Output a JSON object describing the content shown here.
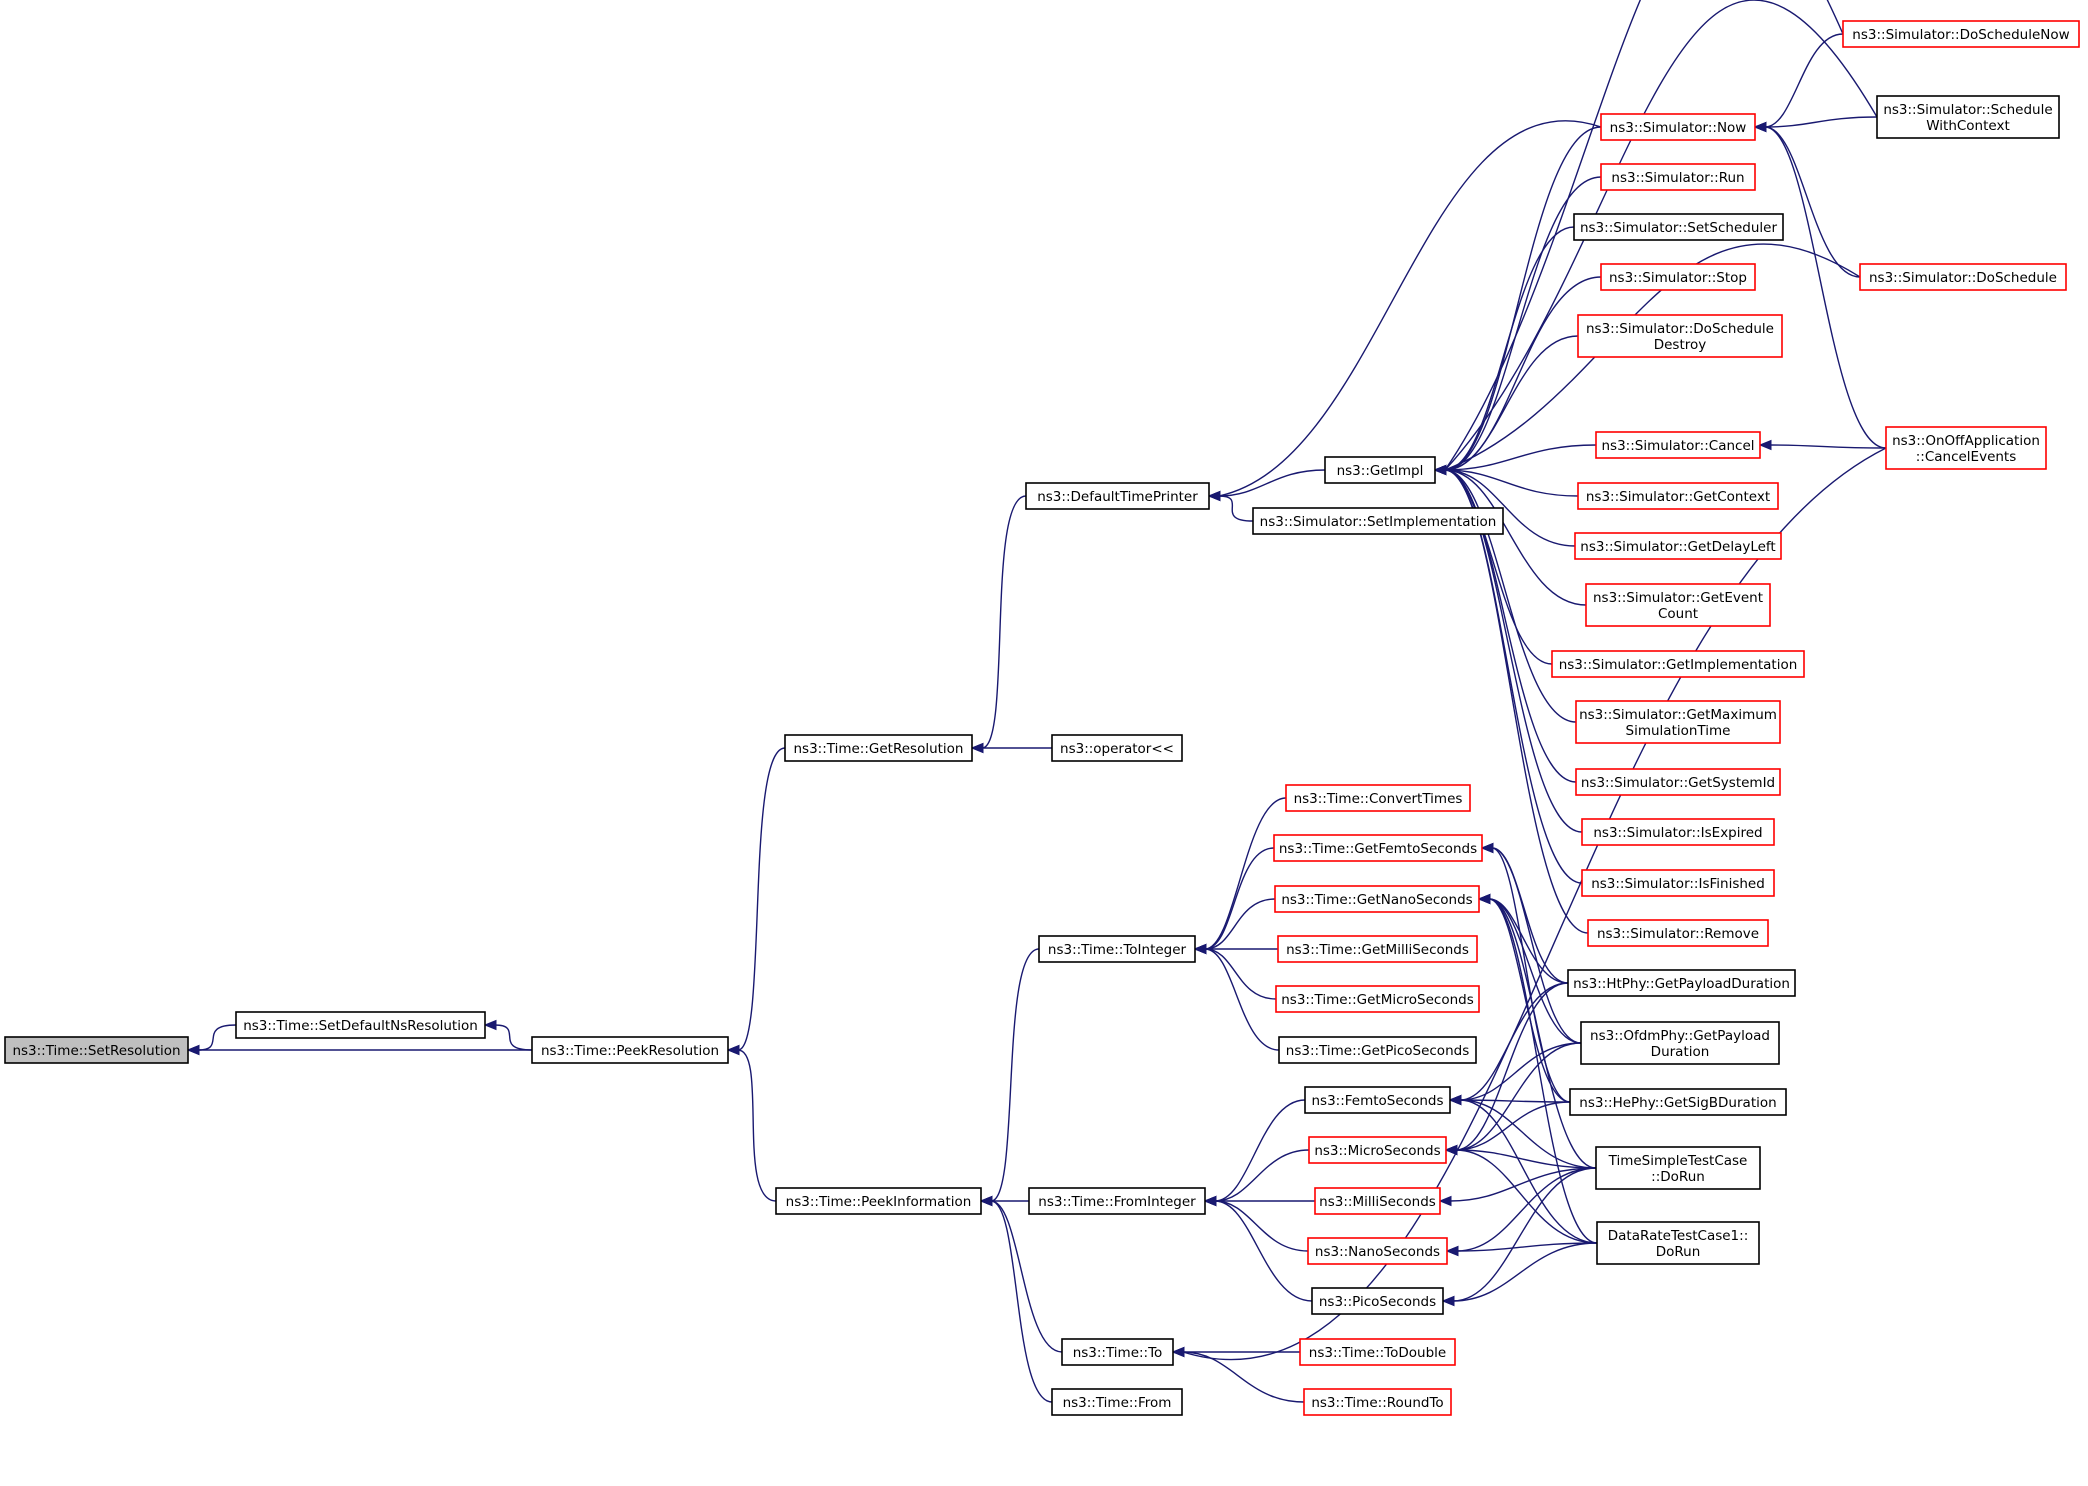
{
  "colors": {
    "edge": "#191970",
    "focus_fill": "#bfbfbf",
    "border_normal": "#000000",
    "border_truncated": "#ff0000"
  },
  "nodes": [
    {
      "id": "n_setres",
      "lines": [
        "ns3::Time::SetResolution"
      ],
      "style": "focus"
    },
    {
      "id": "n_setdef",
      "lines": [
        "ns3::Time::SetDefaultNsResolution"
      ],
      "style": "normal"
    },
    {
      "id": "n_peekres",
      "lines": [
        "ns3::Time::PeekResolution"
      ],
      "style": "normal"
    },
    {
      "id": "n_getres",
      "lines": [
        "ns3::Time::GetResolution"
      ],
      "style": "normal"
    },
    {
      "id": "n_peekinfo",
      "lines": [
        "ns3::Time::PeekInformation"
      ],
      "style": "normal"
    },
    {
      "id": "n_deftp",
      "lines": [
        "ns3::DefaultTimePrinter"
      ],
      "style": "normal"
    },
    {
      "id": "n_opshift",
      "lines": [
        "ns3::operator<<"
      ],
      "style": "normal"
    },
    {
      "id": "n_toint",
      "lines": [
        "ns3::Time::ToInteger"
      ],
      "style": "normal"
    },
    {
      "id": "n_fromint",
      "lines": [
        "ns3::Time::FromInteger"
      ],
      "style": "normal"
    },
    {
      "id": "n_to",
      "lines": [
        "ns3::Time::To"
      ],
      "style": "normal"
    },
    {
      "id": "n_from",
      "lines": [
        "ns3::Time::From"
      ],
      "style": "normal"
    },
    {
      "id": "n_getimpl",
      "lines": [
        "ns3::GetImpl"
      ],
      "style": "normal"
    },
    {
      "id": "n_setimpl",
      "lines": [
        "ns3::Simulator::SetImplementation"
      ],
      "style": "normal"
    },
    {
      "id": "n_convtimes",
      "lines": [
        "ns3::Time::ConvertTimes"
      ],
      "style": "truncated"
    },
    {
      "id": "n_getfemto",
      "lines": [
        "ns3::Time::GetFemtoSeconds"
      ],
      "style": "truncated"
    },
    {
      "id": "n_getnano",
      "lines": [
        "ns3::Time::GetNanoSeconds"
      ],
      "style": "truncated"
    },
    {
      "id": "n_getmilli",
      "lines": [
        "ns3::Time::GetMilliSeconds"
      ],
      "style": "truncated"
    },
    {
      "id": "n_getmicro",
      "lines": [
        "ns3::Time::GetMicroSeconds"
      ],
      "style": "truncated"
    },
    {
      "id": "n_getpico",
      "lines": [
        "ns3::Time::GetPicoSeconds"
      ],
      "style": "normal"
    },
    {
      "id": "n_femto",
      "lines": [
        "ns3::FemtoSeconds"
      ],
      "style": "normal"
    },
    {
      "id": "n_micro",
      "lines": [
        "ns3::MicroSeconds"
      ],
      "style": "truncated"
    },
    {
      "id": "n_milli",
      "lines": [
        "ns3::MilliSeconds"
      ],
      "style": "truncated"
    },
    {
      "id": "n_nano",
      "lines": [
        "ns3::NanoSeconds"
      ],
      "style": "truncated"
    },
    {
      "id": "n_pico",
      "lines": [
        "ns3::PicoSeconds"
      ],
      "style": "normal"
    },
    {
      "id": "n_todouble",
      "lines": [
        "ns3::Time::ToDouble"
      ],
      "style": "truncated"
    },
    {
      "id": "n_roundto",
      "lines": [
        "ns3::Time::RoundTo"
      ],
      "style": "truncated"
    },
    {
      "id": "n_simnow",
      "lines": [
        "ns3::Simulator::Now"
      ],
      "style": "truncated"
    },
    {
      "id": "n_simrun",
      "lines": [
        "ns3::Simulator::Run"
      ],
      "style": "truncated"
    },
    {
      "id": "n_setsched",
      "lines": [
        "ns3::Simulator::SetScheduler"
      ],
      "style": "normal"
    },
    {
      "id": "n_stop",
      "lines": [
        "ns3::Simulator::Stop"
      ],
      "style": "truncated"
    },
    {
      "id": "n_dosd",
      "lines": [
        "ns3::Simulator::DoSchedule",
        "Destroy"
      ],
      "style": "truncated"
    },
    {
      "id": "n_cancel",
      "lines": [
        "ns3::Simulator::Cancel"
      ],
      "style": "truncated"
    },
    {
      "id": "n_getctx",
      "lines": [
        "ns3::Simulator::GetContext"
      ],
      "style": "truncated"
    },
    {
      "id": "n_getdelay",
      "lines": [
        "ns3::Simulator::GetDelayLeft"
      ],
      "style": "truncated"
    },
    {
      "id": "n_getevent",
      "lines": [
        "ns3::Simulator::GetEvent",
        "Count"
      ],
      "style": "truncated"
    },
    {
      "id": "n_getimpl2",
      "lines": [
        "ns3::Simulator::GetImplementation"
      ],
      "style": "truncated"
    },
    {
      "id": "n_getmax",
      "lines": [
        "ns3::Simulator::GetMaximum",
        "SimulationTime"
      ],
      "style": "truncated"
    },
    {
      "id": "n_getsys",
      "lines": [
        "ns3::Simulator::GetSystemId"
      ],
      "style": "truncated"
    },
    {
      "id": "n_isexp",
      "lines": [
        "ns3::Simulator::IsExpired"
      ],
      "style": "truncated"
    },
    {
      "id": "n_isfin",
      "lines": [
        "ns3::Simulator::IsFinished"
      ],
      "style": "truncated"
    },
    {
      "id": "n_remove",
      "lines": [
        "ns3::Simulator::Remove"
      ],
      "style": "truncated"
    },
    {
      "id": "n_htphy",
      "lines": [
        "ns3::HtPhy::GetPayloadDuration"
      ],
      "style": "normal"
    },
    {
      "id": "n_ofdm",
      "lines": [
        "ns3::OfdmPhy::GetPayload",
        "Duration"
      ],
      "style": "normal"
    },
    {
      "id": "n_hephy",
      "lines": [
        "ns3::HePhy::GetSigBDuration"
      ],
      "style": "normal"
    },
    {
      "id": "n_tstc",
      "lines": [
        "TimeSimpleTestCase",
        "::DoRun"
      ],
      "style": "normal"
    },
    {
      "id": "n_drtc",
      "lines": [
        "DataRateTestCase1::",
        "DoRun"
      ],
      "style": "normal"
    },
    {
      "id": "n_dosnow",
      "lines": [
        "ns3::Simulator::DoScheduleNow"
      ],
      "style": "truncated"
    },
    {
      "id": "n_schedctx",
      "lines": [
        "ns3::Simulator::Schedule",
        "WithContext"
      ],
      "style": "normal"
    },
    {
      "id": "n_dosched",
      "lines": [
        "ns3::Simulator::DoSchedule"
      ],
      "style": "truncated"
    },
    {
      "id": "n_onoff",
      "lines": [
        "ns3::OnOffApplication",
        "::CancelEvents"
      ],
      "style": "truncated"
    }
  ],
  "edges": [
    [
      "n_setres",
      "n_setdef"
    ],
    [
      "n_setres",
      "n_peekres"
    ],
    [
      "n_setdef",
      "n_peekres"
    ],
    [
      "n_peekres",
      "n_getres"
    ],
    [
      "n_peekres",
      "n_peekinfo"
    ],
    [
      "n_getres",
      "n_deftp"
    ],
    [
      "n_getres",
      "n_opshift"
    ],
    [
      "n_peekinfo",
      "n_toint"
    ],
    [
      "n_peekinfo",
      "n_fromint"
    ],
    [
      "n_peekinfo",
      "n_to"
    ],
    [
      "n_peekinfo",
      "n_from"
    ],
    [
      "n_deftp",
      "n_getimpl"
    ],
    [
      "n_deftp",
      "n_setimpl"
    ],
    [
      "n_deftp",
      "n_simnow"
    ],
    [
      "n_toint",
      "n_convtimes"
    ],
    [
      "n_toint",
      "n_getfemto"
    ],
    [
      "n_toint",
      "n_getnano"
    ],
    [
      "n_toint",
      "n_getmilli"
    ],
    [
      "n_toint",
      "n_getmicro"
    ],
    [
      "n_toint",
      "n_getpico"
    ],
    [
      "n_fromint",
      "n_femto"
    ],
    [
      "n_fromint",
      "n_micro"
    ],
    [
      "n_fromint",
      "n_milli"
    ],
    [
      "n_fromint",
      "n_nano"
    ],
    [
      "n_fromint",
      "n_pico"
    ],
    [
      "n_to",
      "n_todouble"
    ],
    [
      "n_to",
      "n_roundto"
    ],
    [
      "n_to",
      "n_onoff"
    ],
    [
      "n_getimpl",
      "n_simnow"
    ],
    [
      "n_getimpl",
      "n_simrun"
    ],
    [
      "n_getimpl",
      "n_setsched"
    ],
    [
      "n_getimpl",
      "n_stop"
    ],
    [
      "n_getimpl",
      "n_dosd"
    ],
    [
      "n_getimpl",
      "n_cancel"
    ],
    [
      "n_getimpl",
      "n_getctx"
    ],
    [
      "n_getimpl",
      "n_getdelay"
    ],
    [
      "n_getimpl",
      "n_getevent"
    ],
    [
      "n_getimpl",
      "n_getimpl2"
    ],
    [
      "n_getimpl",
      "n_getmax"
    ],
    [
      "n_getimpl",
      "n_getsys"
    ],
    [
      "n_getimpl",
      "n_isexp"
    ],
    [
      "n_getimpl",
      "n_isfin"
    ],
    [
      "n_getimpl",
      "n_remove"
    ],
    [
      "n_getimpl",
      "n_dosnow"
    ],
    [
      "n_getimpl",
      "n_schedctx"
    ],
    [
      "n_getimpl",
      "n_dosched"
    ],
    [
      "n_simnow",
      "n_dosnow"
    ],
    [
      "n_simnow",
      "n_schedctx"
    ],
    [
      "n_simnow",
      "n_dosched"
    ],
    [
      "n_simnow",
      "n_onoff"
    ],
    [
      "n_cancel",
      "n_onoff"
    ],
    [
      "n_getfemto",
      "n_htphy"
    ],
    [
      "n_getfemto",
      "n_ofdm"
    ],
    [
      "n_getfemto",
      "n_hephy"
    ],
    [
      "n_getnano",
      "n_htphy"
    ],
    [
      "n_getnano",
      "n_ofdm"
    ],
    [
      "n_getnano",
      "n_hephy"
    ],
    [
      "n_getnano",
      "n_tstc"
    ],
    [
      "n_getnano",
      "n_drtc"
    ],
    [
      "n_femto",
      "n_htphy"
    ],
    [
      "n_femto",
      "n_ofdm"
    ],
    [
      "n_femto",
      "n_hephy"
    ],
    [
      "n_femto",
      "n_tstc"
    ],
    [
      "n_femto",
      "n_drtc"
    ],
    [
      "n_micro",
      "n_htphy"
    ],
    [
      "n_micro",
      "n_ofdm"
    ],
    [
      "n_micro",
      "n_hephy"
    ],
    [
      "n_micro",
      "n_tstc"
    ],
    [
      "n_micro",
      "n_drtc"
    ],
    [
      "n_milli",
      "n_tstc"
    ],
    [
      "n_nano",
      "n_tstc"
    ],
    [
      "n_nano",
      "n_drtc"
    ],
    [
      "n_pico",
      "n_tstc"
    ],
    [
      "n_pico",
      "n_drtc"
    ]
  ]
}
